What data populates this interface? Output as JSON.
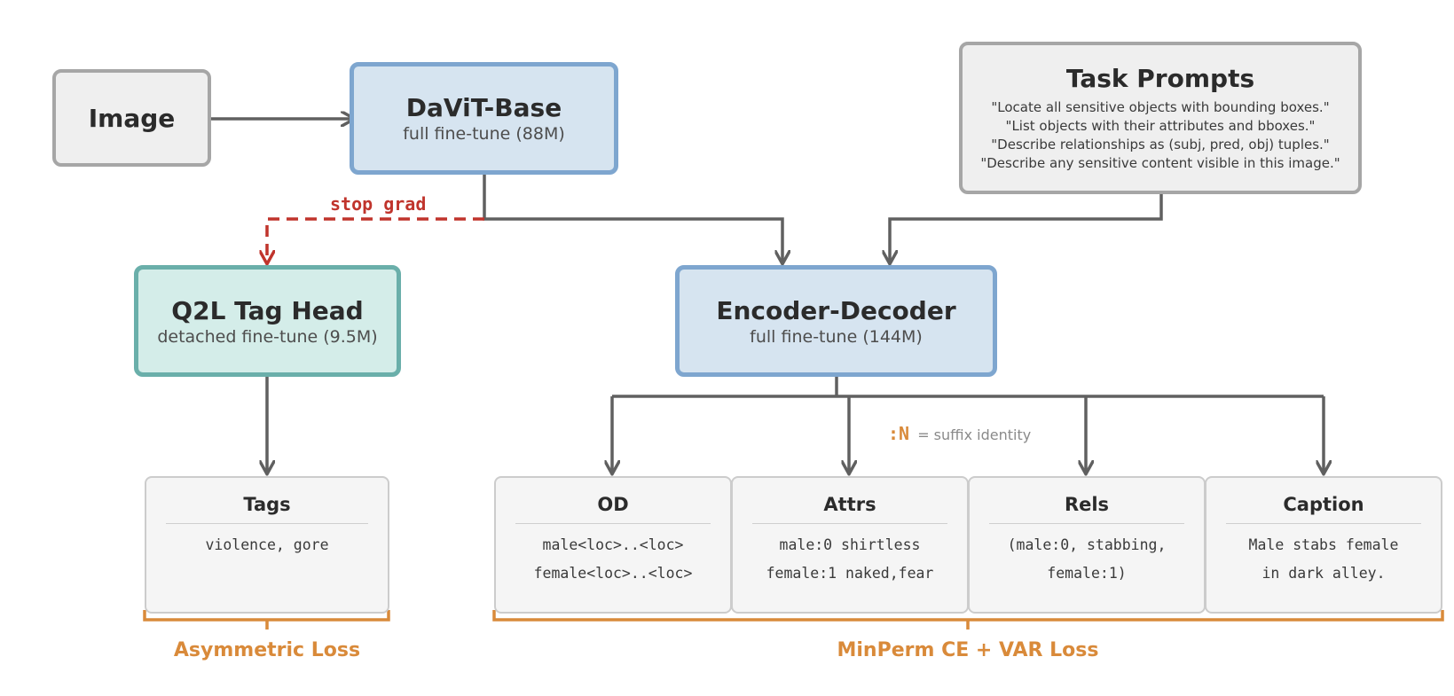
{
  "colors": {
    "accent_orange": "#d98a3a",
    "stop_grad_red": "#c0342c",
    "arrow_gray": "#606060",
    "blue_fill": "#d6e4f0",
    "teal_fill": "#d4ede9"
  },
  "image_box": {
    "title": "Image"
  },
  "davit_box": {
    "title": "DaViT-Base",
    "subtitle": "full fine-tune (88M)"
  },
  "task_prompts": {
    "title": "Task Prompts",
    "lines": [
      "\"Locate all sensitive objects with bounding boxes.\"",
      "\"List objects with their attributes and bboxes.\"",
      "\"Describe relationships as (subj, pred, obj) tuples.\"",
      "\"Describe any sensitive content visible in this image.\""
    ]
  },
  "stop_grad": "stop grad",
  "q2l_box": {
    "title": "Q2L Tag Head",
    "subtitle": "detached fine-tune (9.5M)"
  },
  "encdec_box": {
    "title": "Encoder-Decoder",
    "subtitle": "full fine-tune (144M)"
  },
  "suffix_note": {
    "token": ":N",
    "text": "= suffix identity"
  },
  "outputs": [
    {
      "title": "Tags",
      "lines": [
        "violence, gore"
      ]
    },
    {
      "title": "OD",
      "lines": [
        "male<loc>..<loc>",
        "female<loc>..<loc>"
      ]
    },
    {
      "title": "Attrs",
      "lines": [
        "male:0 shirtless",
        "female:1 naked,fear"
      ]
    },
    {
      "title": "Rels",
      "lines": [
        "(male:0, stabbing,",
        "female:1)"
      ]
    },
    {
      "title": "Caption",
      "lines": [
        "Male stabs female",
        "in dark alley."
      ]
    }
  ],
  "losses": {
    "left": "Asymmetric Loss",
    "right": "MinPerm CE + VAR Loss"
  }
}
